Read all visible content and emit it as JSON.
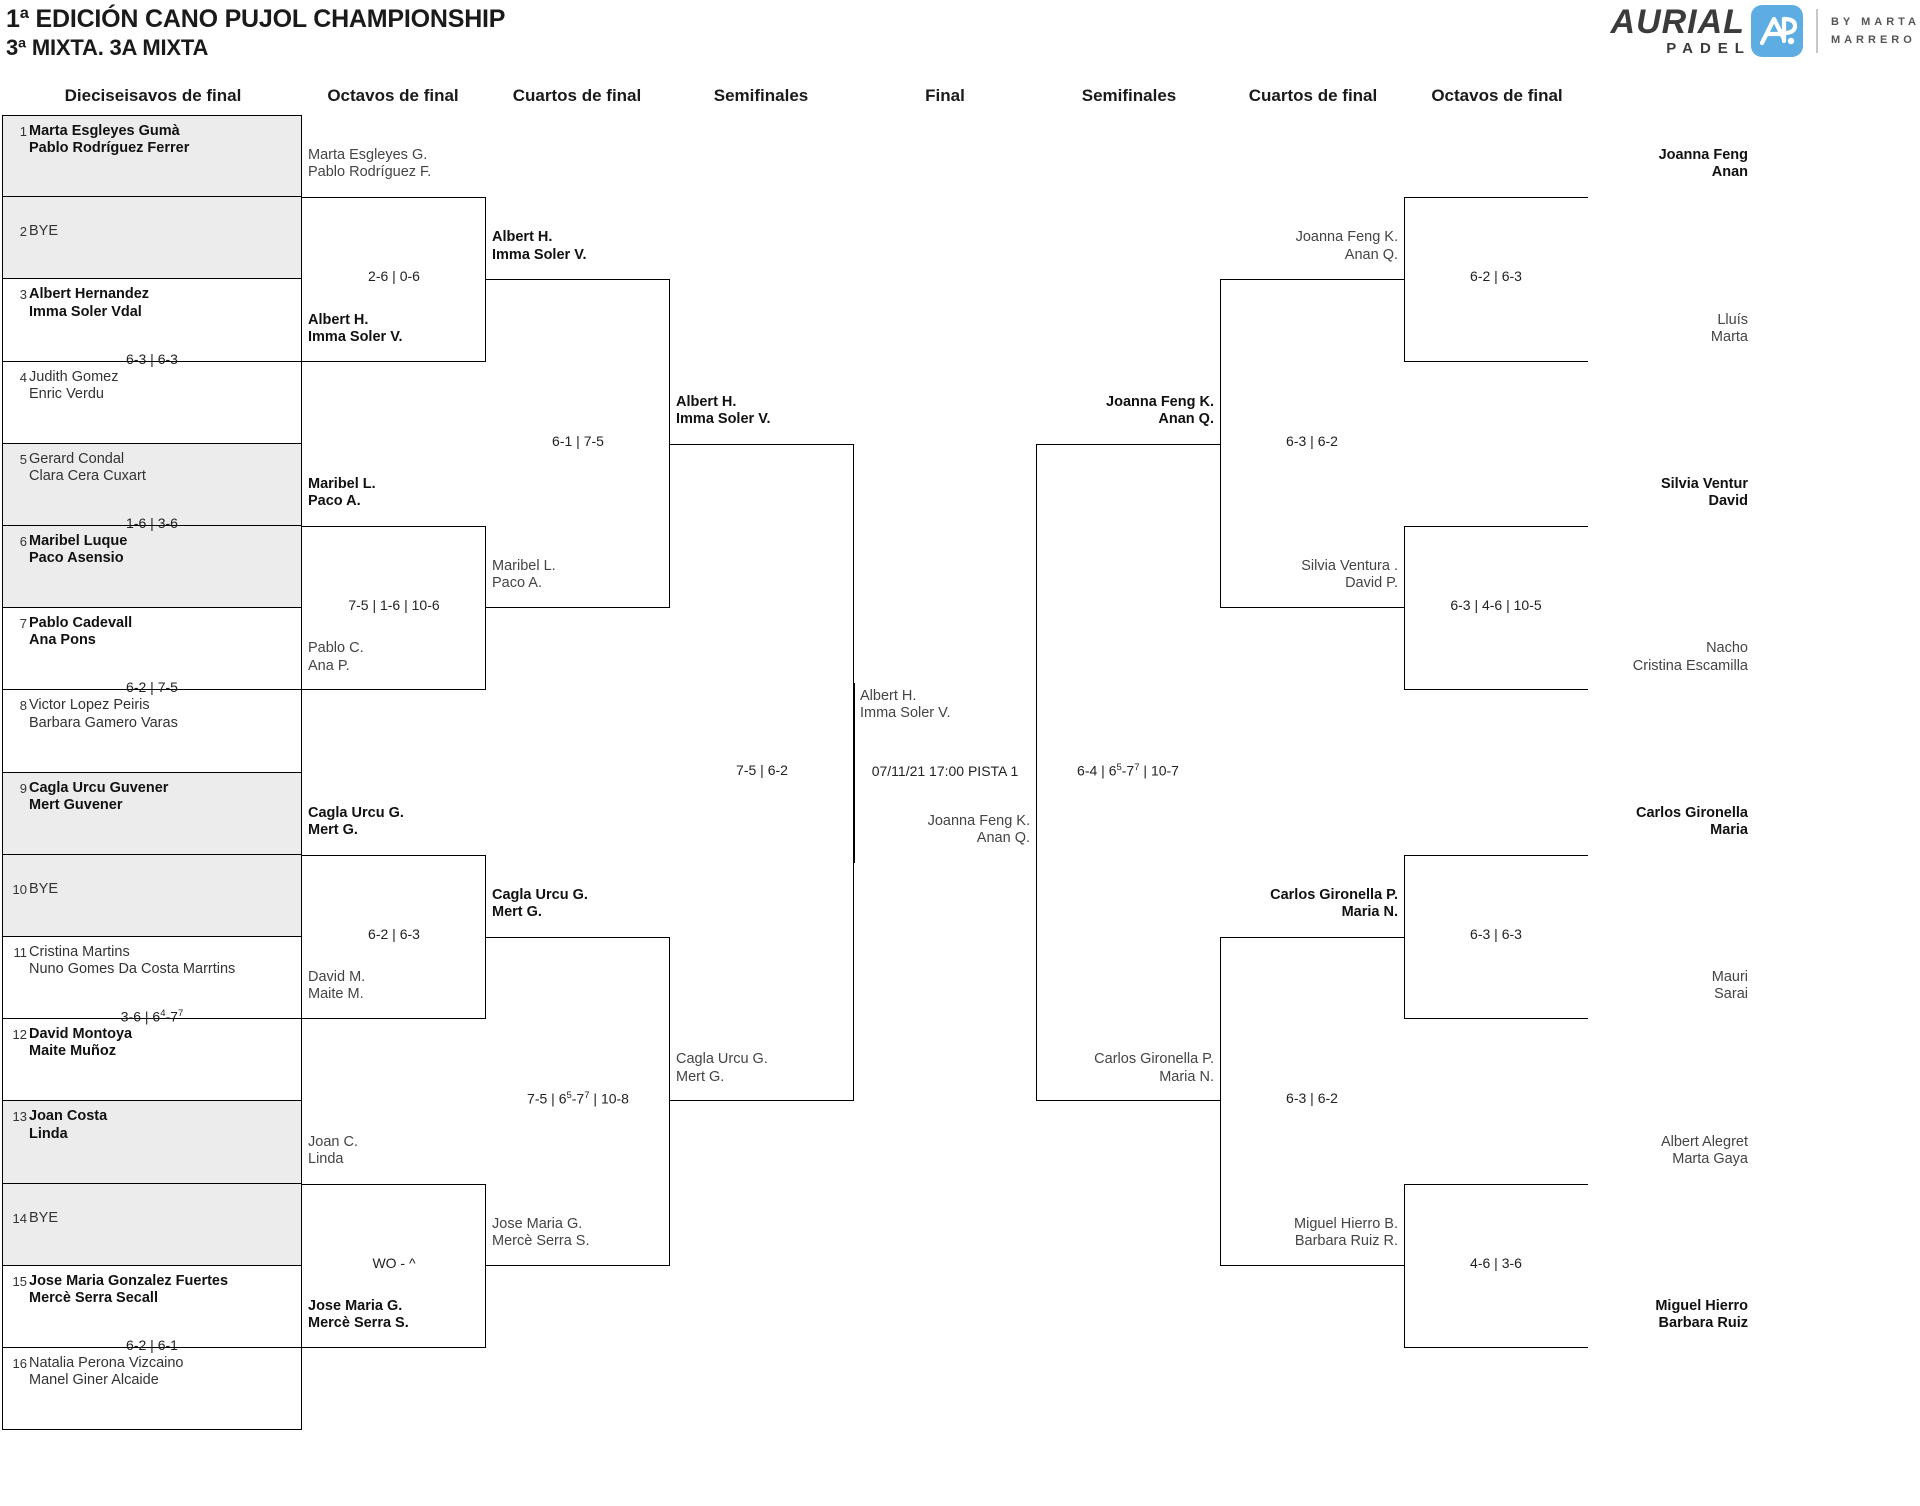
{
  "header": {
    "title_line1": "1ª EDICIÓN CANO PUJOL CHAMPIONSHIP",
    "title_line2": "3ª MIXTA. 3A MIXTA"
  },
  "logo": {
    "brand": "AURIAL",
    "sub": "PADEL",
    "by_line1": "BY  MARTA",
    "by_line2": "MARRERO",
    "mark_color": "#5dade2"
  },
  "round_headers": {
    "r1_left": "Dieciseisavos de final",
    "r2_left": "Octavos de final",
    "r3_left": "Cuartos de final",
    "r4_left": "Semifinales",
    "final": "Final",
    "r4_right": "Semifinales",
    "r3_right": "Cuartos de final",
    "r2_right": "Octavos de final"
  },
  "left_r1": {
    "seeds": [
      {
        "num": "1",
        "line1": "Marta Esgleyes Gumà",
        "line2": "Pablo Rodríguez Ferrer",
        "winner": true,
        "shaded": true
      },
      {
        "num": "2",
        "bye": "BYE",
        "winner": false,
        "shaded": true
      },
      {
        "num": "3",
        "line1": "Albert Hernandez",
        "line2": "Imma Soler Vdal",
        "winner": true,
        "shaded": false
      },
      {
        "num": "4",
        "line1": "Judith Gomez",
        "line2": "Enric Verdu",
        "winner": false,
        "shaded": false
      },
      {
        "num": "5",
        "line1": "Gerard Condal",
        "line2": "Clara Cera Cuxart",
        "winner": false,
        "shaded": true
      },
      {
        "num": "6",
        "line1": "Maribel Luque",
        "line2": "Paco Asensio",
        "winner": true,
        "shaded": true
      },
      {
        "num": "7",
        "line1": "Pablo Cadevall",
        "line2": "Ana Pons",
        "winner": true,
        "shaded": false
      },
      {
        "num": "8",
        "line1": "Victor Lopez Peiris",
        "line2": "Barbara Gamero Varas",
        "winner": false,
        "shaded": false
      },
      {
        "num": "9",
        "line1": "Cagla Urcu Guvener",
        "line2": "Mert Guvener",
        "winner": true,
        "shaded": true
      },
      {
        "num": "10",
        "bye": "BYE",
        "winner": false,
        "shaded": true
      },
      {
        "num": "11",
        "line1": "Cristina Martins",
        "line2": "Nuno Gomes Da Costa Marrtins",
        "winner": false,
        "shaded": false
      },
      {
        "num": "12",
        "line1": "David Montoya",
        "line2": "Maite Muñoz",
        "winner": true,
        "shaded": false
      },
      {
        "num": "13",
        "line1": "Joan Costa",
        "line2": "Linda",
        "winner": true,
        "shaded": true
      },
      {
        "num": "14",
        "bye": "BYE",
        "winner": false,
        "shaded": true
      },
      {
        "num": "15",
        "line1": "Jose Maria Gonzalez Fuertes",
        "line2": "Mercè Serra Secall",
        "winner": true,
        "shaded": false
      },
      {
        "num": "16",
        "line1": "Natalia Perona Vizcaino",
        "line2": "Manel Giner Alcaide",
        "winner": false,
        "shaded": false
      }
    ],
    "scores": [
      "6-3 | 6-3",
      "1-6 | 3-6",
      "6-2 | 7-5",
      "3-6 | 6#4-7#7",
      "6-2 | 6-1"
    ]
  },
  "left_r2": {
    "matches": [
      {
        "top": {
          "l1": "Marta Esgleyes G.",
          "l2": "Pablo Rodríguez F.",
          "win": false
        },
        "bot": {
          "l1": "Albert H.",
          "l2": "Imma Soler V.",
          "win": true
        },
        "score": "2-6 | 0-6"
      },
      {
        "top": {
          "l1": "Maribel L.",
          "l2": "Paco A.",
          "win": true
        },
        "bot": {
          "l1": "Pablo C.",
          "l2": "Ana P.",
          "win": false
        },
        "score": "7-5 | 1-6 | 10-6"
      },
      {
        "top": {
          "l1": "Cagla Urcu G.",
          "l2": "Mert G.",
          "win": true
        },
        "bot": {
          "l1": "David M.",
          "l2": "Maite M.",
          "win": false
        },
        "score": "6-2 | 6-3"
      },
      {
        "top": {
          "l1": "Joan C.",
          "l2": "Linda",
          "win": false
        },
        "bot": {
          "l1": "Jose Maria G.",
          "l2": "Mercè Serra S.",
          "win": true
        },
        "score": "WO - ^"
      }
    ]
  },
  "left_r3": {
    "matches": [
      {
        "top": {
          "l1": "Albert H.",
          "l2": "Imma Soler V.",
          "win": true
        },
        "bot": {
          "l1": "Maribel L.",
          "l2": "Paco A.",
          "win": false
        },
        "score": "6-1 | 7-5"
      },
      {
        "top": {
          "l1": "Cagla Urcu G.",
          "l2": "Mert G.",
          "win": true
        },
        "bot": {
          "l1": "Jose Maria G.",
          "l2": "Mercè Serra S.",
          "win": false
        },
        "score": "7-5 | 6#5-7#7 | 10-8"
      }
    ]
  },
  "left_r4": {
    "top": {
      "l1": "Albert H.",
      "l2": "Imma Soler V.",
      "win": true
    },
    "bot": {
      "l1": "Cagla Urcu G.",
      "l2": "Mert G.",
      "win": false
    },
    "score": "7-5 | 6-2"
  },
  "final": {
    "top": {
      "l1": "Albert H.",
      "l2": "Imma Soler V.",
      "win": false
    },
    "bot": {
      "l1": "Joanna Feng K.",
      "l2": "Anan Q.",
      "win": false
    },
    "schedule": "07/11/21 17:00 PISTA 1"
  },
  "right_r4": {
    "top": {
      "l1": "Joanna Feng K.",
      "l2": "Anan Q.",
      "win": true
    },
    "bot": {
      "l1": "Carlos Gironella P.",
      "l2": "Maria N.",
      "win": false
    },
    "score": "6-4 | 6#5-7#7 | 10-7"
  },
  "right_r3": {
    "matches": [
      {
        "top": {
          "l1": "Joanna Feng K.",
          "l2": "Anan Q.",
          "win": false
        },
        "bot": {
          "l1": "Silvia Ventura .",
          "l2": "David P.",
          "win": false
        },
        "score": "6-3 | 6-2"
      },
      {
        "top": {
          "l1": "Carlos Gironella P.",
          "l2": "Maria N.",
          "win": true
        },
        "bot": {
          "l1": "Miguel Hierro B.",
          "l2": "Barbara Ruiz R.",
          "win": false
        },
        "score": "6-3 | 6-2"
      }
    ],
    "score_top": ""
  },
  "right_r2": {
    "matches": [
      {
        "top": {
          "l1": "Joanna Feng",
          "l2": "Anan",
          "win": true
        },
        "bot": {
          "l1": "Lluís",
          "l2": "Marta",
          "win": false
        },
        "score": "6-2 | 6-3"
      },
      {
        "top": {
          "l1": "Silvia Ventur",
          "l2": "David",
          "win": true
        },
        "bot": {
          "l1": "Nacho",
          "l2": "Cristina Escamilla",
          "win": false
        },
        "score": "6-3 | 4-6 | 10-5"
      },
      {
        "top": {
          "l1": "Carlos Gironella",
          "l2": "Maria",
          "win": true
        },
        "bot": {
          "l1": "Mauri",
          "l2": "Sarai",
          "win": false
        },
        "score": "6-3 | 6-3"
      },
      {
        "top": {
          "l1": "Albert Alegret",
          "l2": "Marta Gaya",
          "win": false
        },
        "bot": {
          "l1": "Miguel Hierro",
          "l2": "Barbara Ruiz",
          "win": true
        },
        "score": "4-6 | 3-6"
      }
    ]
  }
}
